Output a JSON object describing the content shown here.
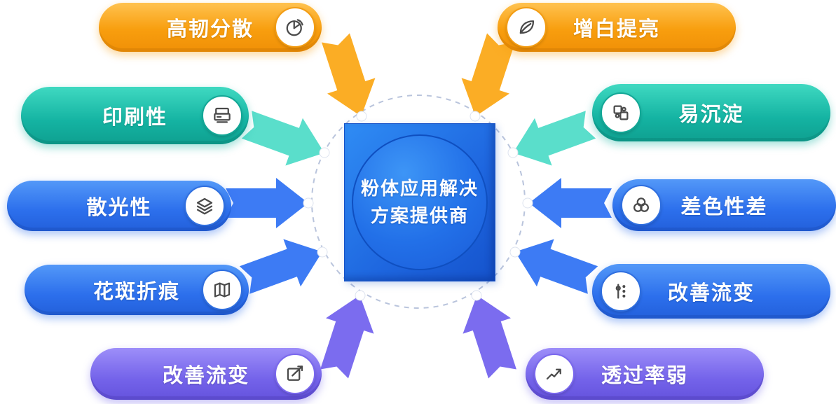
{
  "center": {
    "title_line1": "粉体应用解决",
    "title_line2": "方案提供商"
  },
  "left_items": [
    {
      "label": "高韧分散",
      "icon": "pie-chart-icon",
      "color": "#F89E0E"
    },
    {
      "label": "印刷性",
      "icon": "printer-icon",
      "color": "#14B3A2"
    },
    {
      "label": "散光性",
      "icon": "layers-icon",
      "color": "#2C6FEC"
    },
    {
      "label": "花斑折痕",
      "icon": "map-icon",
      "color": "#2C6FEC"
    },
    {
      "label": "改善流变",
      "icon": "pen-arrow-icon",
      "color": "#7463EA"
    }
  ],
  "right_items": [
    {
      "label": "增白提亮",
      "icon": "leaf-icon",
      "color": "#F89E0E"
    },
    {
      "label": "易沉淀",
      "icon": "puzzle-icon",
      "color": "#14B3A2"
    },
    {
      "label": "差色性差",
      "icon": "circles-icon",
      "color": "#2C6FEC"
    },
    {
      "label": "改善流变",
      "icon": "tune-icon",
      "color": "#2C6FEC"
    },
    {
      "label": "透过率弱",
      "icon": "trend-icon",
      "color": "#7463EA"
    }
  ],
  "colors": {
    "orange": "#F89E0E",
    "teal": "#14B3A2",
    "blue": "#2C6FEC",
    "purple": "#7463EA",
    "center_blue": "#1E66DF",
    "dashed_ring": "#B9C4DC",
    "dot": "#FFFFFF",
    "icon_glyph": "#4A4A4A",
    "text": "#FFFFFF"
  }
}
